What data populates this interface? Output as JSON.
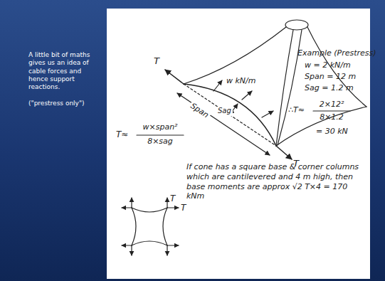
{
  "diagram": {
    "labels": [
      "A little bit of maths gives us an idea of cable forces and hence support reactions.",
      "(\"prestress only\")",
      "T",
      "Span",
      "Sag",
      "w kN/m",
      "T≈",
      "w×span²",
      "8×sag",
      "T",
      "Example (Prestress)",
      "w = 2 kN/m",
      "Span = 12 m",
      "Sag = 1.2 m",
      "∴T≈",
      "2×12²",
      "8×1.2",
      "= 30 kN",
      "If cone has a square base & corner columns which are cantilevered and 4 m high, then base moments are approx √2 T×4 = 170 kNm",
      "T",
      "T"
    ]
  }
}
